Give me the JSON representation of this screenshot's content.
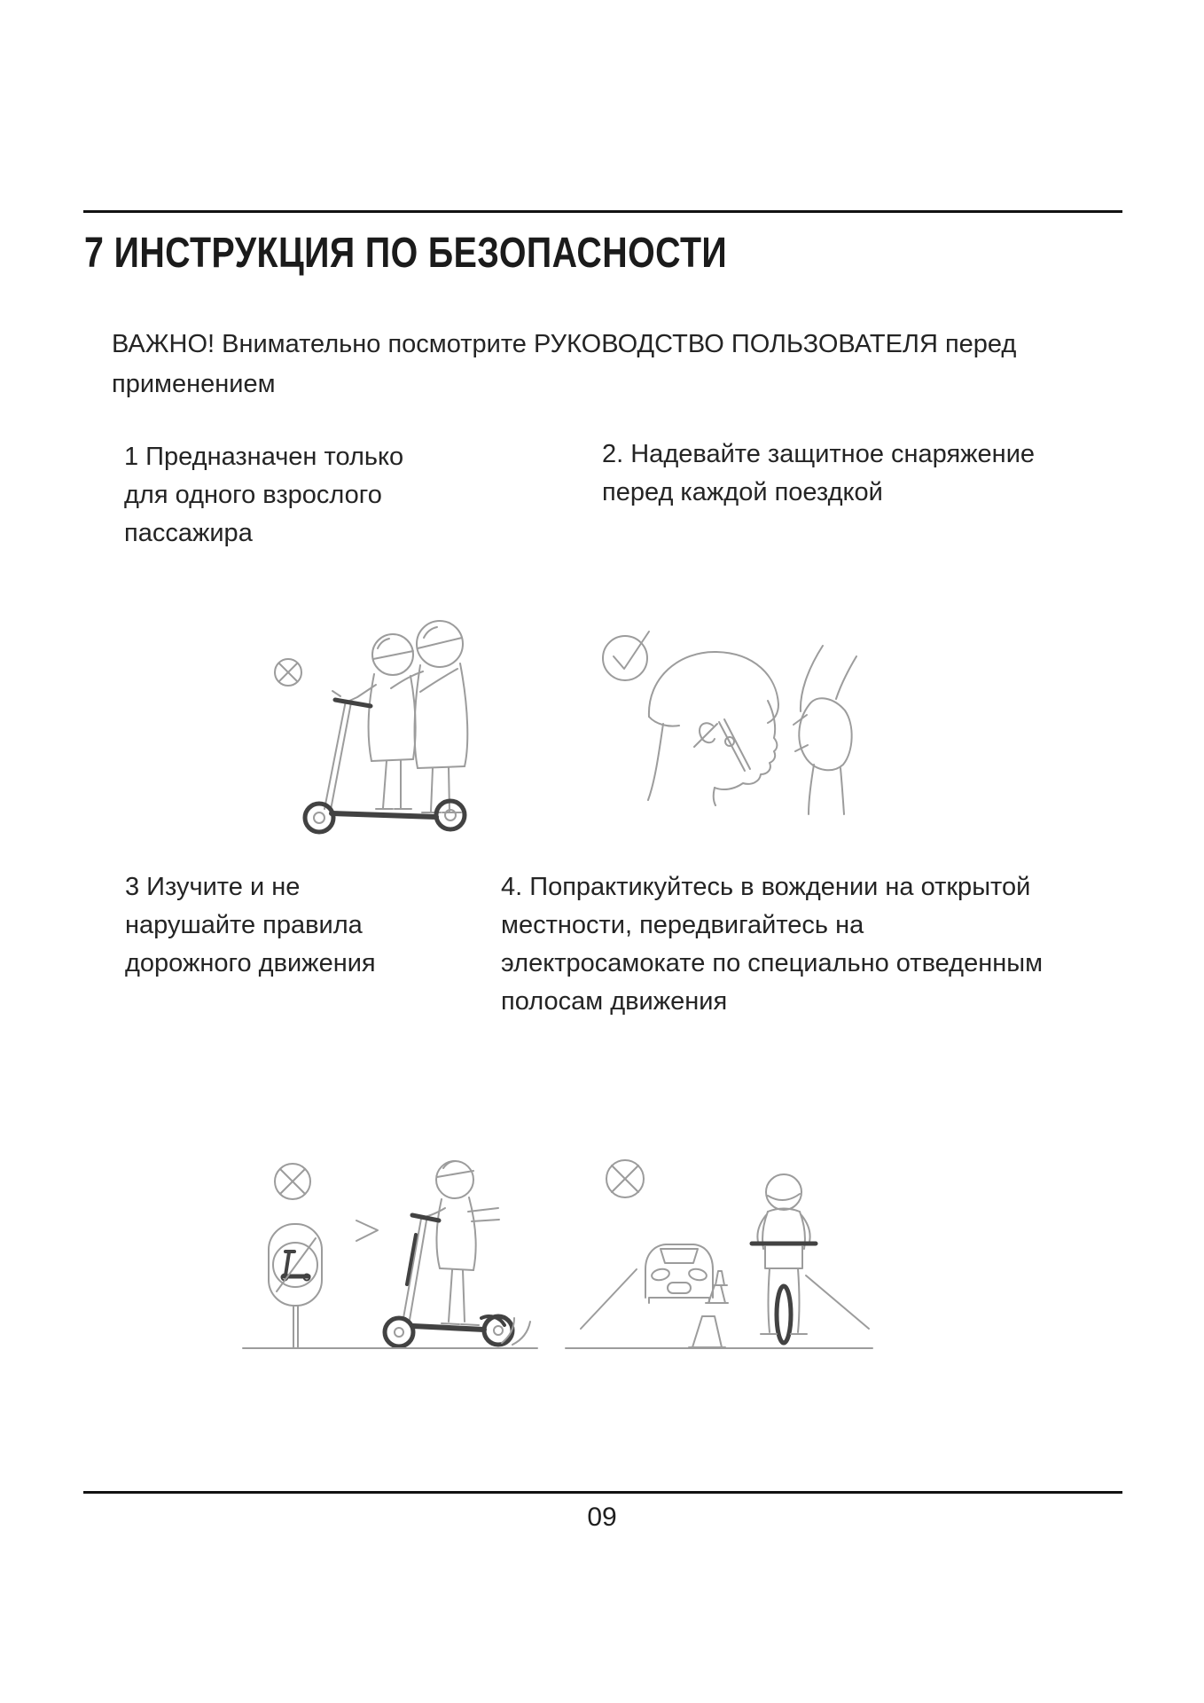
{
  "page": {
    "heading": "7 ИНСТРУКЦИЯ ПО БЕЗОПАСНОСТИ",
    "page_number": "09"
  },
  "intro": {
    "lines": [
      "ВАЖНО! Внимательно посмотрите РУКОВОДСТВО ПОЛЬЗОВАТЕЛЯ перед",
      "применением"
    ]
  },
  "instructions": [
    {
      "number": "1",
      "lines": [
        "1 Предназначен только",
        "для одного взрослого",
        "пассажира"
      ],
      "illustration": "two-riders-on-scooter-prohibited"
    },
    {
      "number": "2",
      "lines": [
        "2. Надевайте защитное снаряжение",
        "перед каждой поездкой"
      ],
      "illustration": "helmet-and-knee-pad-check"
    },
    {
      "number": "3",
      "lines": [
        "3 Изучите и не",
        "нарушайте правила",
        "дорожного движения"
      ],
      "illustration": "no-scooter-road-sign-and-rider"
    },
    {
      "number": "4",
      "lines": [
        "4. Попрактикуйтесь в вождении на открытой",
        "местности, передвигайтесь на",
        "электросамокате по специально отведенным",
        "полосам движения"
      ],
      "illustration": "car-cones-dedicated-lane-rider"
    }
  ],
  "icons": {
    "prohibited": "⊗",
    "check": "✓"
  },
  "colors": {
    "text": "#242424",
    "heading": "#1b1b1b",
    "rule": "#121212",
    "line_art": "#9c9c9c",
    "line_art_dark": "#424242"
  }
}
